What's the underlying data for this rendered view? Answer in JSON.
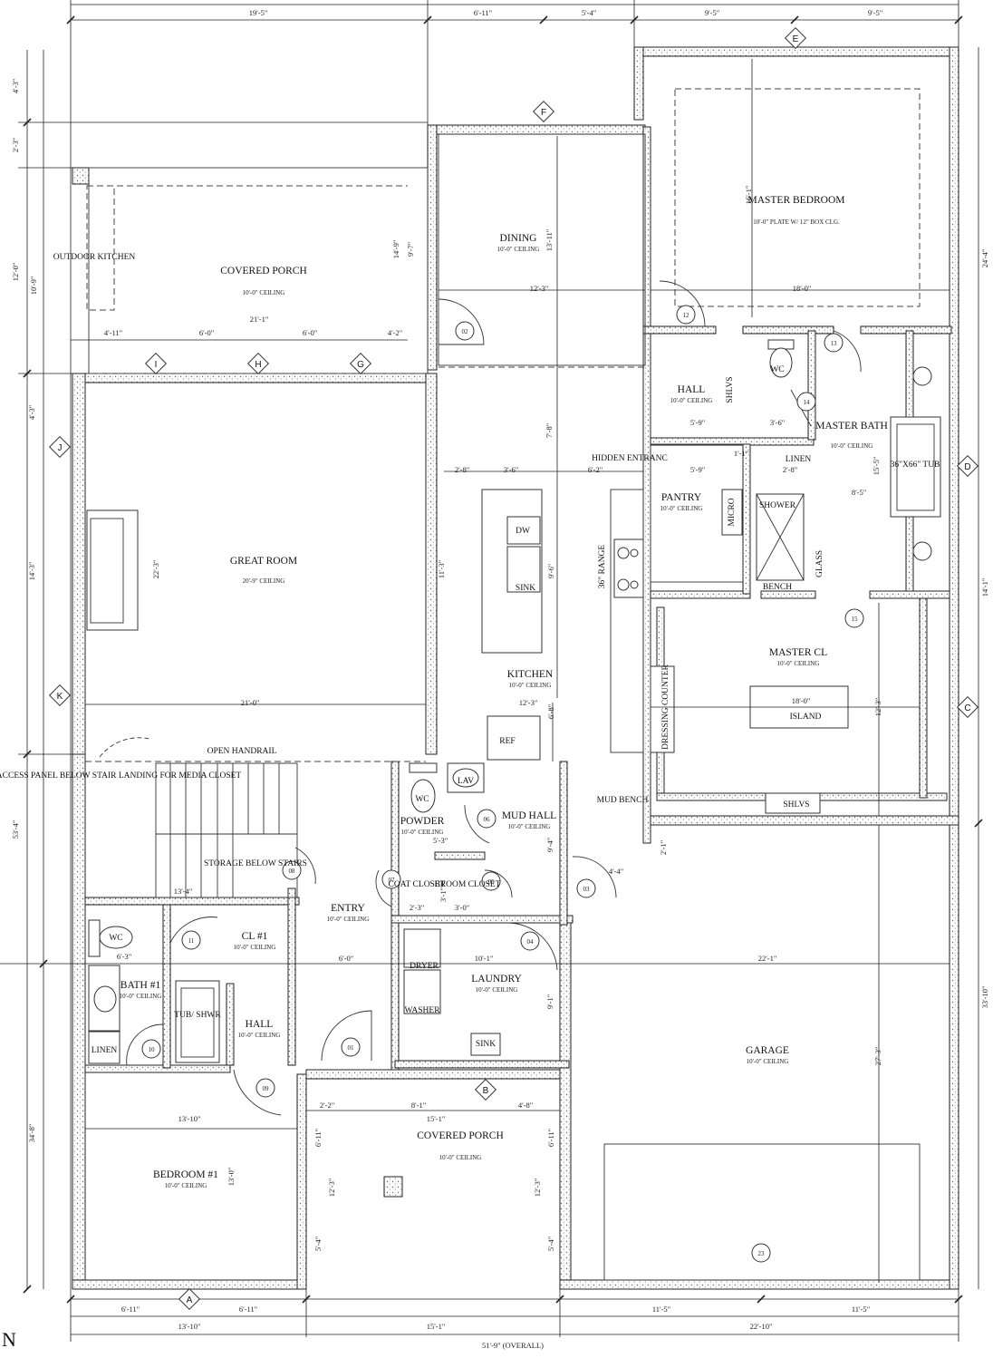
{
  "rooms": [
    {
      "name": "COVERED PORCH",
      "ceiling": "10'-0\" CEILING"
    },
    {
      "name": "DINING",
      "ceiling": "10'-0\" CEILING"
    },
    {
      "name": "MASTER BEDROOM",
      "ceiling": "10'-0\" PLATE W/ 12\" BOX CLG."
    },
    {
      "name": "GREAT ROOM",
      "ceiling": "20'-9\" CEILING"
    },
    {
      "name": "HALL",
      "ceiling": "10'-0\" CEILING"
    },
    {
      "name": "MASTER BATH",
      "ceiling": "10'-0\" CEILING"
    },
    {
      "name": "PANTRY",
      "ceiling": "10'-0\" CEILING"
    },
    {
      "name": "KITCHEN",
      "ceiling": "10'-0\" CEILING"
    },
    {
      "name": "MASTER CL",
      "ceiling": "10'-0\" CEILING"
    },
    {
      "name": "POWDER",
      "ceiling": "10'-0\" CEILING"
    },
    {
      "name": "MUD HALL",
      "ceiling": "10'-0\" CEILING"
    },
    {
      "name": "ENTRY",
      "ceiling": "10'-0\" CEILING"
    },
    {
      "name": "CL #1",
      "ceiling": "10'-0\" CEILING"
    },
    {
      "name": "BATH #1",
      "ceiling": "10'-0\" CEILING"
    },
    {
      "name": "HALL",
      "ceiling": "10'-0\" CEILING"
    },
    {
      "name": "LAUNDRY",
      "ceiling": "10'-0\" CEILING"
    },
    {
      "name": "GARAGE",
      "ceiling": "10'-0\" CEILING"
    },
    {
      "name": "COVERED PORCH",
      "ceiling": "10'-0\" CEILING"
    },
    {
      "name": "BEDROOM #1",
      "ceiling": "10'-0\" CEILING"
    }
  ],
  "labels": {
    "outdoor_kitchen": "OUTDOOR KITCHEN",
    "hidden_entrance": "HIDDEN ENTRANC",
    "shelves": "SHLVS",
    "wc": "WC",
    "linen": "LINEN",
    "tub": "36\"X66\" TUB",
    "micro": "MICRO",
    "shower": "SHOWER",
    "glass": "GLASS",
    "bench": "BENCH",
    "range": "36\" RANGE",
    "dw": "DW",
    "sink": "SINK",
    "ref": "REF",
    "dressing_counter": "DRESSING COUNTER",
    "island": "ISLAND",
    "open_handrail": "OPEN HANDRAIL",
    "access_panel": "ACCESS PANEL BELOW STAIR LANDING FOR MEDIA CLOSET",
    "lav": "LAV",
    "mud_bench": "MUD BENCH",
    "storage": "STORAGE BELOW STAIRS",
    "coat_closet": "COAT CLOSET",
    "broom_closet": "BROOM CLOSET",
    "dryer": "DRYER",
    "washer": "WASHER",
    "tub_shwr": "TUB/ SHWR",
    "north": "N"
  },
  "grid_tags": [
    "A",
    "B",
    "C",
    "D",
    "E",
    "F",
    "G",
    "H",
    "I",
    "J",
    "K"
  ],
  "door_tags": [
    "01",
    "02",
    "03",
    "04",
    "05",
    "06",
    "07",
    "08",
    "09",
    "10",
    "11",
    "12",
    "13",
    "14",
    "15",
    "23"
  ],
  "dimensions": {
    "top_row": [
      "19'-5\"",
      "6'-11\"",
      "5'-4\"",
      "9'-5\"",
      "9'-5\""
    ],
    "bottom_row1": [
      "6'-11\"",
      "6'-11\"",
      "11'-5\"",
      "11'-5\""
    ],
    "bottom_row2": [
      "13'-10\"",
      "15'-1\"",
      "22'-10\""
    ],
    "overall": "51'-9\" (OVERALL)",
    "left": [
      "4'-3\"",
      "2'-3\"",
      "12'-0\"",
      "4'-3\"",
      "14'-3\"",
      "53'-4\"",
      "34'-8\""
    ],
    "right": [
      "24'-4\"",
      "14'-1\"",
      "33'-10\""
    ],
    "porch_width": "21'-1\"",
    "porch_sub": [
      "4'-11\"",
      "6'-0\"",
      "6'-0\"",
      "4'-2\""
    ],
    "porch_depth": [
      "14'-9\"",
      "9'-7\"",
      "10'-9\""
    ],
    "dining": [
      "13'-11\"",
      "12'-3\""
    ],
    "master_bed": [
      "16'-1\"",
      "18'-0\""
    ],
    "great_room": [
      "22'-3\"",
      "21'-0\""
    ],
    "kitchen": [
      "7'-8\"",
      "2'-8\"",
      "3'-6\"",
      "6'-2\"",
      "11'-3\"",
      "9'-6\"",
      "12'-3\"",
      "6'-8\""
    ],
    "hall": [
      "5'-9\"",
      "3'-6\"",
      "5'-9\"",
      "1'-1\"",
      "2'-8\"",
      "8'-5\"",
      "15'-5\""
    ],
    "master_cl": [
      "18'-0\"",
      "12'-3\""
    ],
    "mud": [
      "9'-4\"",
      "4'-4\"",
      "2'-1\""
    ],
    "entry_area": [
      "13'-4\"",
      "3'-1\"",
      "2'-3\"",
      "3'-0\"",
      "5'-3\"",
      "6'-3\"",
      "6'-0\"",
      "10'-1\"",
      "9'-1\""
    ],
    "garage": [
      "22'-1\"",
      "27'-3\""
    ],
    "front_porch": [
      "2'-2\"",
      "8'-1\"",
      "4'-8\"",
      "15'-1\"",
      "6'-11\"",
      "6'-11\"",
      "12'-3\"",
      "12'-3\"",
      "5'-4\"",
      "5'-4\""
    ],
    "bedroom": [
      "13'-10\"",
      "13'-0\""
    ]
  }
}
